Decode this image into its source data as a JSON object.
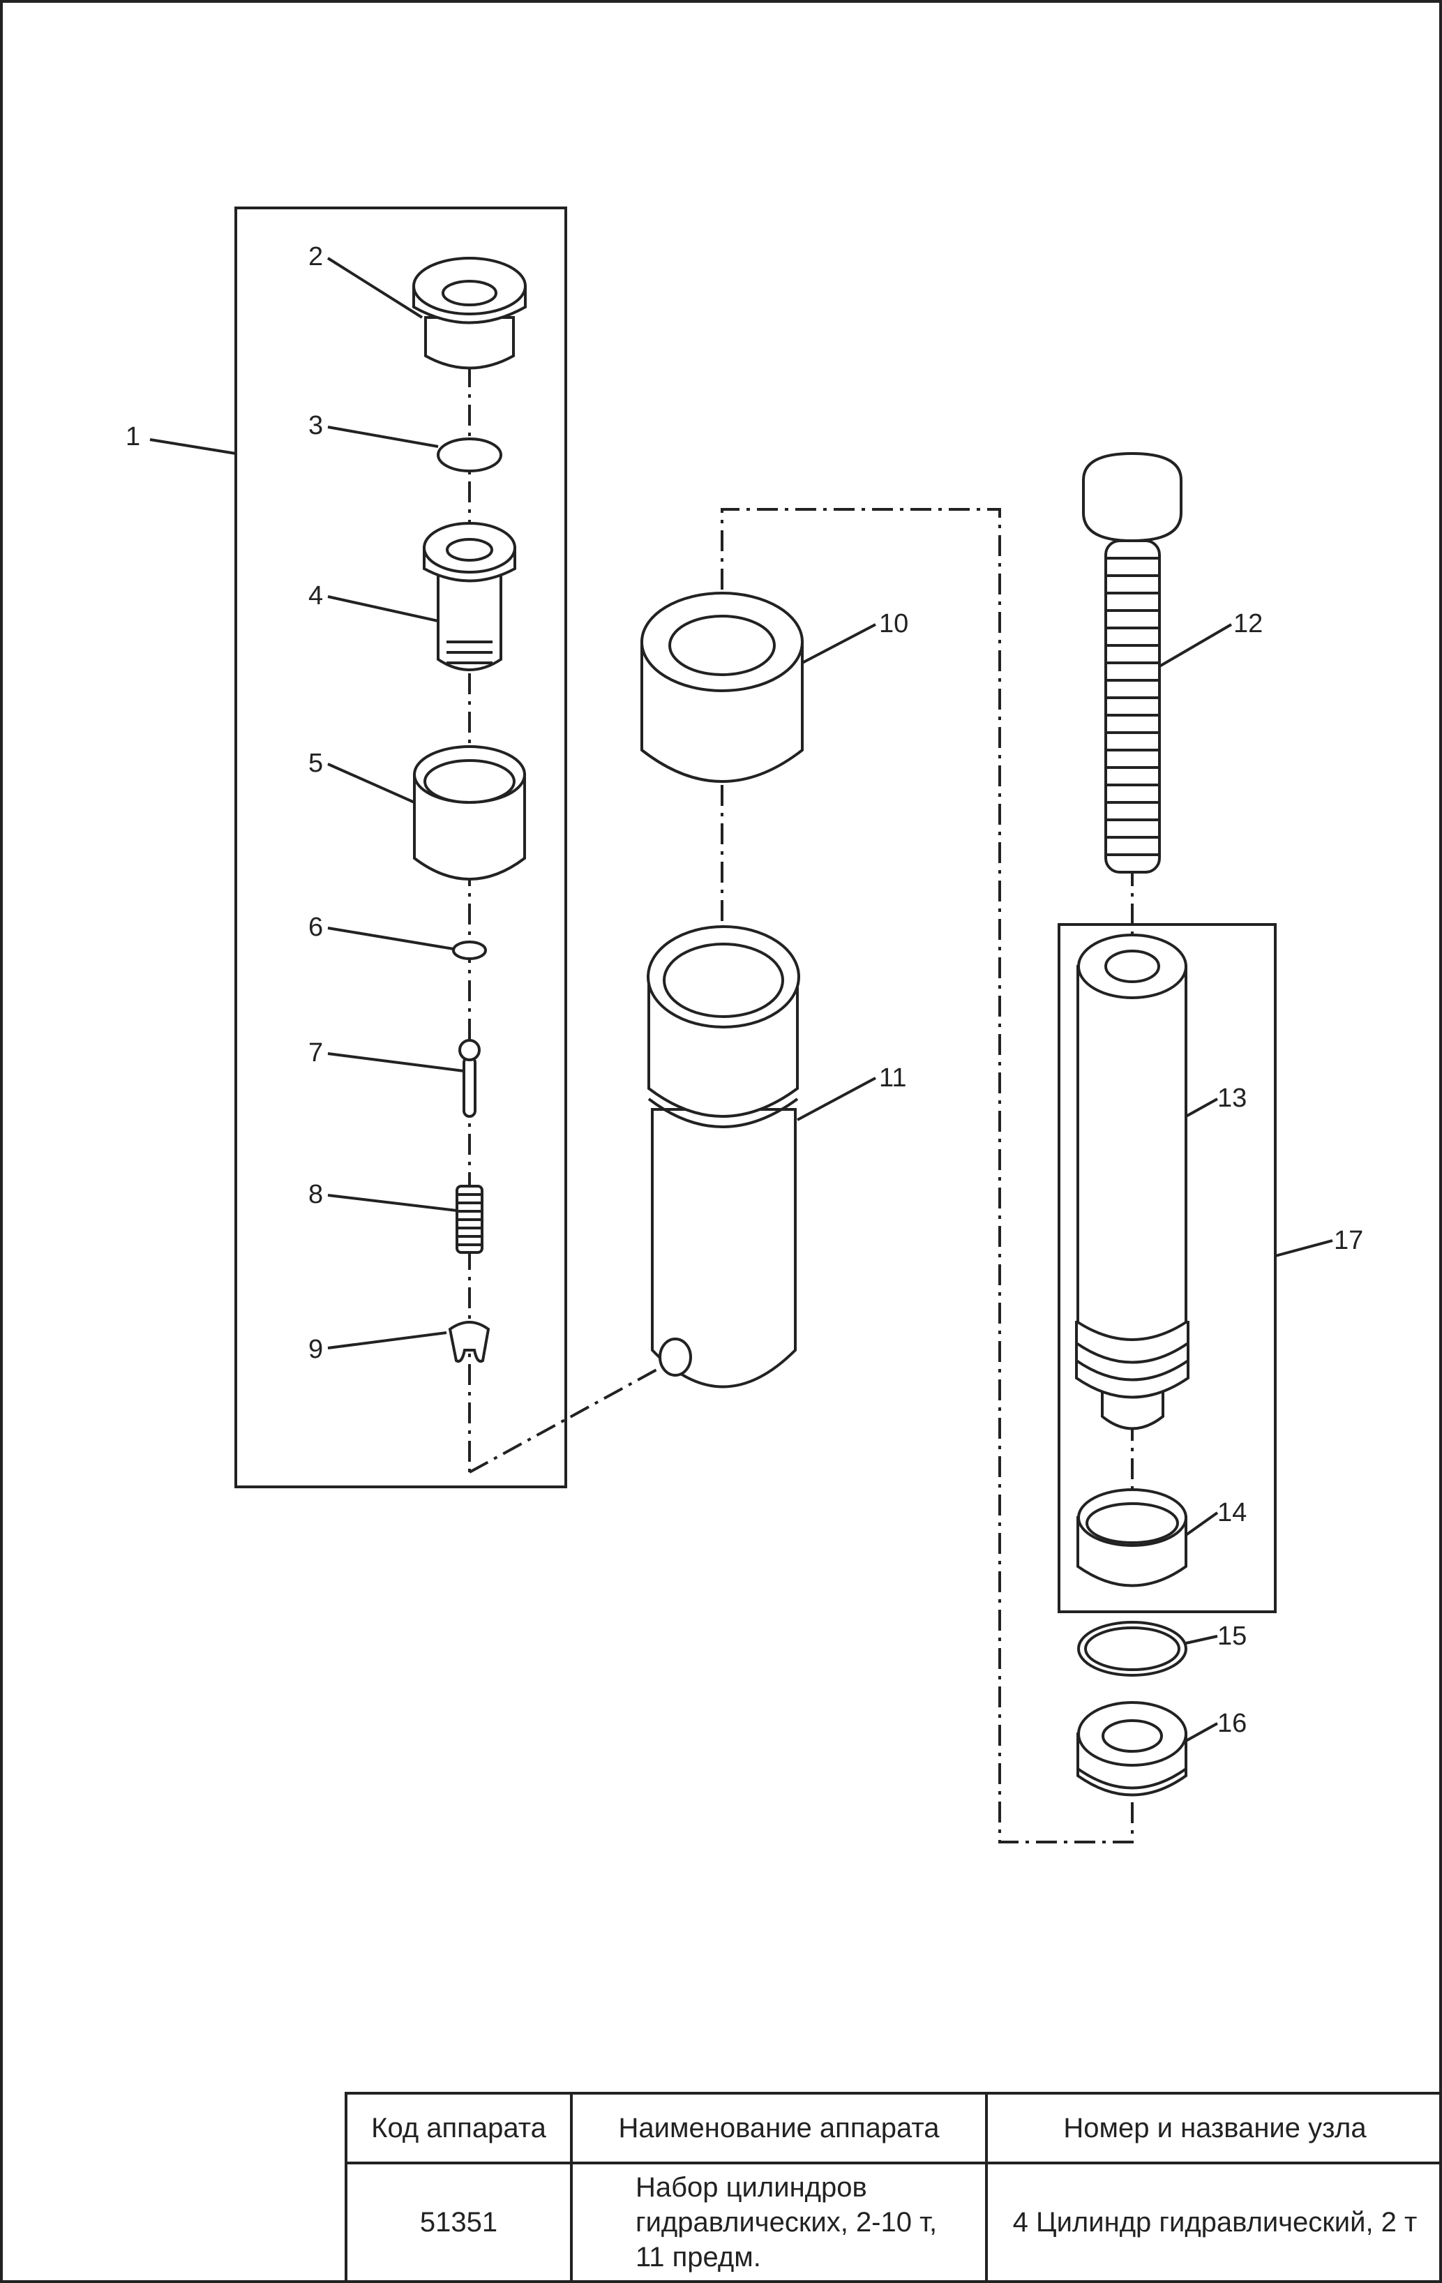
{
  "callouts": {
    "c1": "1",
    "c2": "2",
    "c3": "3",
    "c4": "4",
    "c5": "5",
    "c6": "6",
    "c7": "7",
    "c8": "8",
    "c9": "9",
    "c10": "10",
    "c11": "11",
    "c12": "12",
    "c13": "13",
    "c14": "14",
    "c15": "15",
    "c16": "16",
    "c17": "17"
  },
  "table": {
    "headers": {
      "code": "Код аппарата",
      "name": "Наименование аппарата",
      "unit": "Номер и название узла"
    },
    "row": {
      "code": "51351",
      "name": "Набор цилиндров\nгидравлических, 2-10 т,\n11 предм.",
      "unit": "4 Цилиндр гидравлический, 2 т"
    }
  }
}
